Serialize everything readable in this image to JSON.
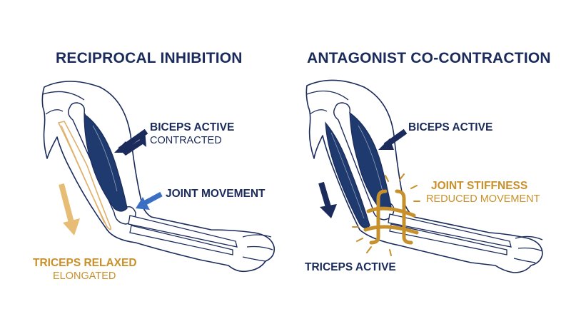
{
  "colors": {
    "navy": "#1a2b5c",
    "muscle_navy": "#1f3a6e",
    "gold": "#c8902a",
    "light_gold": "#e7bd76",
    "blue_arrow": "#3b6fc4",
    "outline": "#1a2b5c"
  },
  "left_panel": {
    "title": "RECIPROCAL INHIBITION",
    "biceps_label": "BICEPS ACTIVE",
    "biceps_sublabel": "CONTRACTED",
    "joint_label": "JOINT MOVEMENT",
    "triceps_label": "TRICEPS RELAXED",
    "triceps_sublabel": "ELONGATED"
  },
  "right_panel": {
    "title": "ANTAGONIST CO-CONTRACTION",
    "biceps_label": "BICEPS ACTIVE",
    "stiffness_label": "JOINT STIFFNESS",
    "stiffness_sublabel": "REDUCED MOVEMENT",
    "triceps_label": "TRICEPS ACTIVE"
  },
  "icons": {
    "arrows": [
      "arrow-down-left-icon",
      "arrow-down-icon"
    ],
    "bracket": "joint-stiffness-bracket-icon",
    "burst": "stiffness-burst-lines-icon"
  }
}
